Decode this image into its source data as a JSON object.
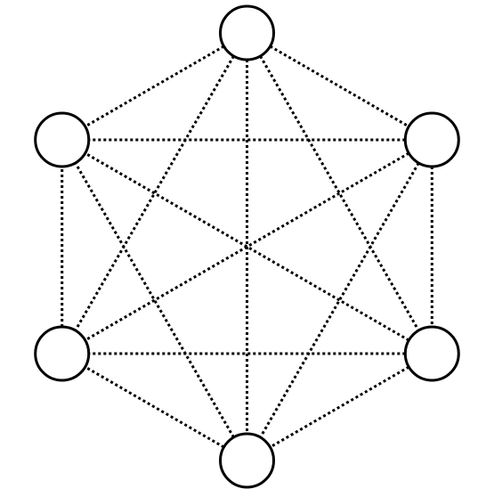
{
  "graph": {
    "type": "complete-graph",
    "node_count": 6,
    "nodes": [
      {
        "id": "top"
      },
      {
        "id": "upper-right"
      },
      {
        "id": "lower-right"
      },
      {
        "id": "bottom"
      },
      {
        "id": "lower-left"
      },
      {
        "id": "upper-left"
      }
    ],
    "edges": [
      [
        "top",
        "upper-right"
      ],
      [
        "top",
        "lower-right"
      ],
      [
        "top",
        "bottom"
      ],
      [
        "top",
        "lower-left"
      ],
      [
        "top",
        "upper-left"
      ],
      [
        "upper-right",
        "lower-right"
      ],
      [
        "upper-right",
        "bottom"
      ],
      [
        "upper-right",
        "lower-left"
      ],
      [
        "upper-right",
        "upper-left"
      ],
      [
        "lower-right",
        "bottom"
      ],
      [
        "lower-right",
        "lower-left"
      ],
      [
        "lower-right",
        "upper-left"
      ],
      [
        "bottom",
        "lower-left"
      ],
      [
        "bottom",
        "upper-left"
      ],
      [
        "lower-left",
        "upper-left"
      ]
    ],
    "edge_style": "dotted",
    "colors": {
      "edge": "#000000",
      "node_stroke": "#000000",
      "node_fill": "#ffffff"
    }
  }
}
